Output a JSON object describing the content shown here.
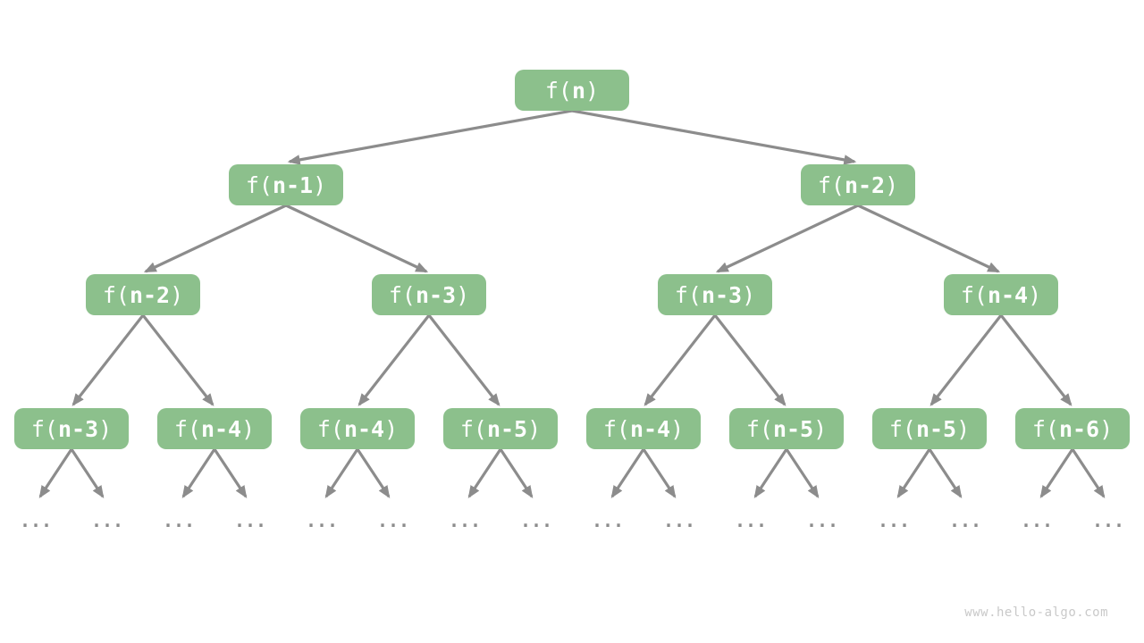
{
  "palette": {
    "node_fill": "#8CC08C",
    "node_text": "#FFFFFF",
    "arrow": "#8C8C8C",
    "ellipsis": "#8C8C8C",
    "watermark": "#C9C9C9",
    "background": "#FFFFFF"
  },
  "nodes": [
    {
      "level": 1,
      "prefix": "f(",
      "arg": "n",
      "suffix": ")"
    },
    {
      "level": 2,
      "prefix": "f(",
      "arg": "n-1",
      "suffix": ")"
    },
    {
      "level": 2,
      "prefix": "f(",
      "arg": "n-2",
      "suffix": ")"
    },
    {
      "level": 3,
      "prefix": "f(",
      "arg": "n-2",
      "suffix": ")"
    },
    {
      "level": 3,
      "prefix": "f(",
      "arg": "n-3",
      "suffix": ")"
    },
    {
      "level": 3,
      "prefix": "f(",
      "arg": "n-3",
      "suffix": ")"
    },
    {
      "level": 3,
      "prefix": "f(",
      "arg": "n-4",
      "suffix": ")"
    },
    {
      "level": 4,
      "prefix": "f(",
      "arg": "n-3",
      "suffix": ")"
    },
    {
      "level": 4,
      "prefix": "f(",
      "arg": "n-4",
      "suffix": ")"
    },
    {
      "level": 4,
      "prefix": "f(",
      "arg": "n-4",
      "suffix": ")"
    },
    {
      "level": 4,
      "prefix": "f(",
      "arg": "n-5",
      "suffix": ")"
    },
    {
      "level": 4,
      "prefix": "f(",
      "arg": "n-4",
      "suffix": ")"
    },
    {
      "level": 4,
      "prefix": "f(",
      "arg": "n-5",
      "suffix": ")"
    },
    {
      "level": 4,
      "prefix": "f(",
      "arg": "n-5",
      "suffix": ")"
    },
    {
      "level": 4,
      "prefix": "f(",
      "arg": "n-6",
      "suffix": ")"
    }
  ],
  "ellipsis": {
    "label": "..."
  },
  "watermark": {
    "text": "www.hello-algo.com"
  }
}
